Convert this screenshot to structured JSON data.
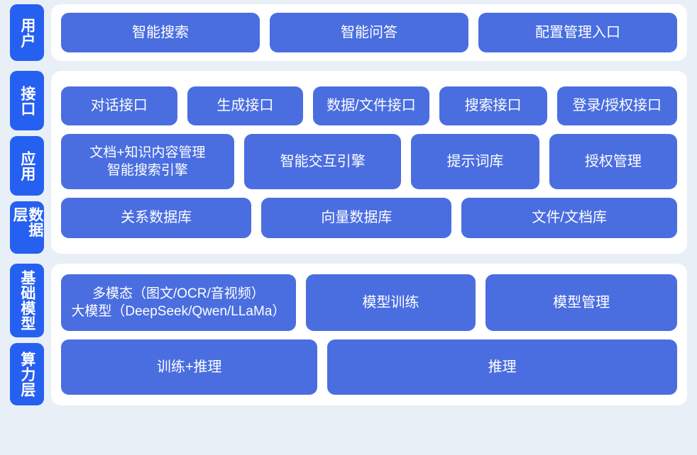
{
  "colors": {
    "page_background": "#e9eff7",
    "panel_background": "#ffffff",
    "tag_blue": "#2560f0",
    "box_blue": "#4a6ee0",
    "text_white": "#ffffff"
  },
  "sections": [
    {
      "id": "user",
      "tags": [
        "用户"
      ],
      "rows": [
        {
          "id": "user-entries",
          "boxes": [
            {
              "label": "智能搜索",
              "flex": 1
            },
            {
              "label": "智能问答",
              "flex": 1
            },
            {
              "label": "配置管理入口",
              "flex": 1
            }
          ]
        }
      ]
    },
    {
      "id": "core",
      "tags": [
        "接口",
        "应用",
        "数据层"
      ],
      "rows": [
        {
          "id": "interface",
          "boxes": [
            {
              "label": "对话接口",
              "flex": 1
            },
            {
              "label": "生成接口",
              "flex": 1
            },
            {
              "label": "数据/文件接口",
              "flex": 1
            },
            {
              "label": "搜索接口",
              "flex": 0.92
            },
            {
              "label": "登录/授权接口",
              "flex": 1.04
            }
          ]
        },
        {
          "id": "application",
          "boxes": [
            {
              "label": "文档+知识内容管理\n智能搜索引擎",
              "flex": 1.22,
              "two_line": true
            },
            {
              "label": "智能交互引擎",
              "flex": 1.1
            },
            {
              "label": "提示词库",
              "flex": 0.88
            },
            {
              "label": "授权管理",
              "flex": 0.88
            }
          ]
        },
        {
          "id": "data",
          "boxes": [
            {
              "label": "关系数据库",
              "flex": 1
            },
            {
              "label": "向量数据库",
              "flex": 1
            },
            {
              "label": "文件/文档库",
              "flex": 1.14
            }
          ]
        }
      ]
    },
    {
      "id": "infra",
      "tags": [
        "基础模型",
        "算力层"
      ],
      "rows": [
        {
          "id": "model",
          "boxes": [
            {
              "label": "多模态（图文/OCR/音视频）\n大模型（DeepSeek/Qwen/LLaMa）",
              "flex": 1.24,
              "two_line": true
            },
            {
              "label": "模型训练",
              "flex": 0.88
            },
            {
              "label": "模型管理",
              "flex": 1
            }
          ]
        },
        {
          "id": "compute",
          "boxes": [
            {
              "label": "训练+推理",
              "flex": 1
            },
            {
              "label": "推理",
              "flex": 1.38
            }
          ]
        }
      ]
    }
  ],
  "chart_data": {
    "type": "table",
    "title": "分层系统架构图",
    "layers": [
      {
        "name": "用户",
        "items": [
          "智能搜索",
          "智能问答",
          "配置管理入口"
        ]
      },
      {
        "name": "接口",
        "items": [
          "对话接口",
          "生成接口",
          "数据/文件接口",
          "搜索接口",
          "登录/授权接口"
        ]
      },
      {
        "name": "应用",
        "items": [
          "文档+知识内容管理 智能搜索引擎",
          "智能交互引擎",
          "提示词库",
          "授权管理"
        ]
      },
      {
        "name": "数据层",
        "items": [
          "关系数据库",
          "向量数据库",
          "文件/文档库"
        ]
      },
      {
        "name": "基础模型",
        "items": [
          "多模态（图文/OCR/音视频）大模型（DeepSeek/Qwen/LLaMa）",
          "模型训练",
          "模型管理"
        ]
      },
      {
        "name": "算力层",
        "items": [
          "训练+推理",
          "推理"
        ]
      }
    ]
  }
}
